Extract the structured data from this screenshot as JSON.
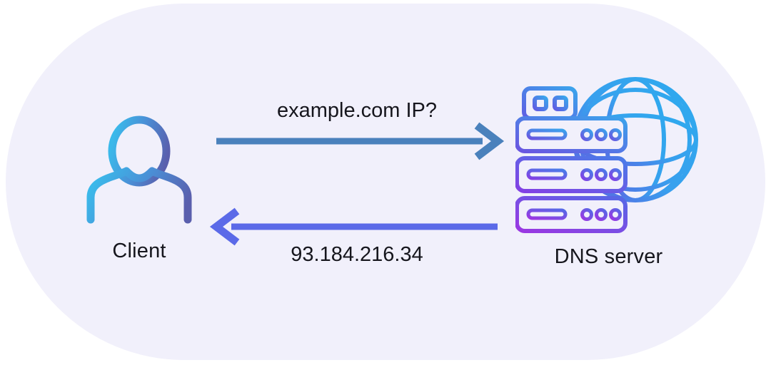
{
  "diagram": {
    "title": "DNS resolution request and response between a client and a DNS server",
    "background_color": "#f1f0fb",
    "text_color": "#16161d"
  },
  "nodes": [
    {
      "id": "client",
      "label": "Client",
      "icon": "person-icon",
      "gradient_from": "#3bb9ea",
      "gradient_to": "#5a5fad"
    },
    {
      "id": "dns-server",
      "label": "DNS server",
      "icon": "server-globe-icon",
      "gradient_from": "#9b3fe0",
      "gradient_to": "#35a8ea"
    }
  ],
  "flows": [
    {
      "id": "query",
      "label": "example.com IP?",
      "direction": "right",
      "color": "#4a81bc",
      "from": "client",
      "to": "dns-server"
    },
    {
      "id": "response",
      "label": "93.184.216.34",
      "direction": "left",
      "color": "#5b6ae8",
      "from": "dns-server",
      "to": "client"
    }
  ]
}
